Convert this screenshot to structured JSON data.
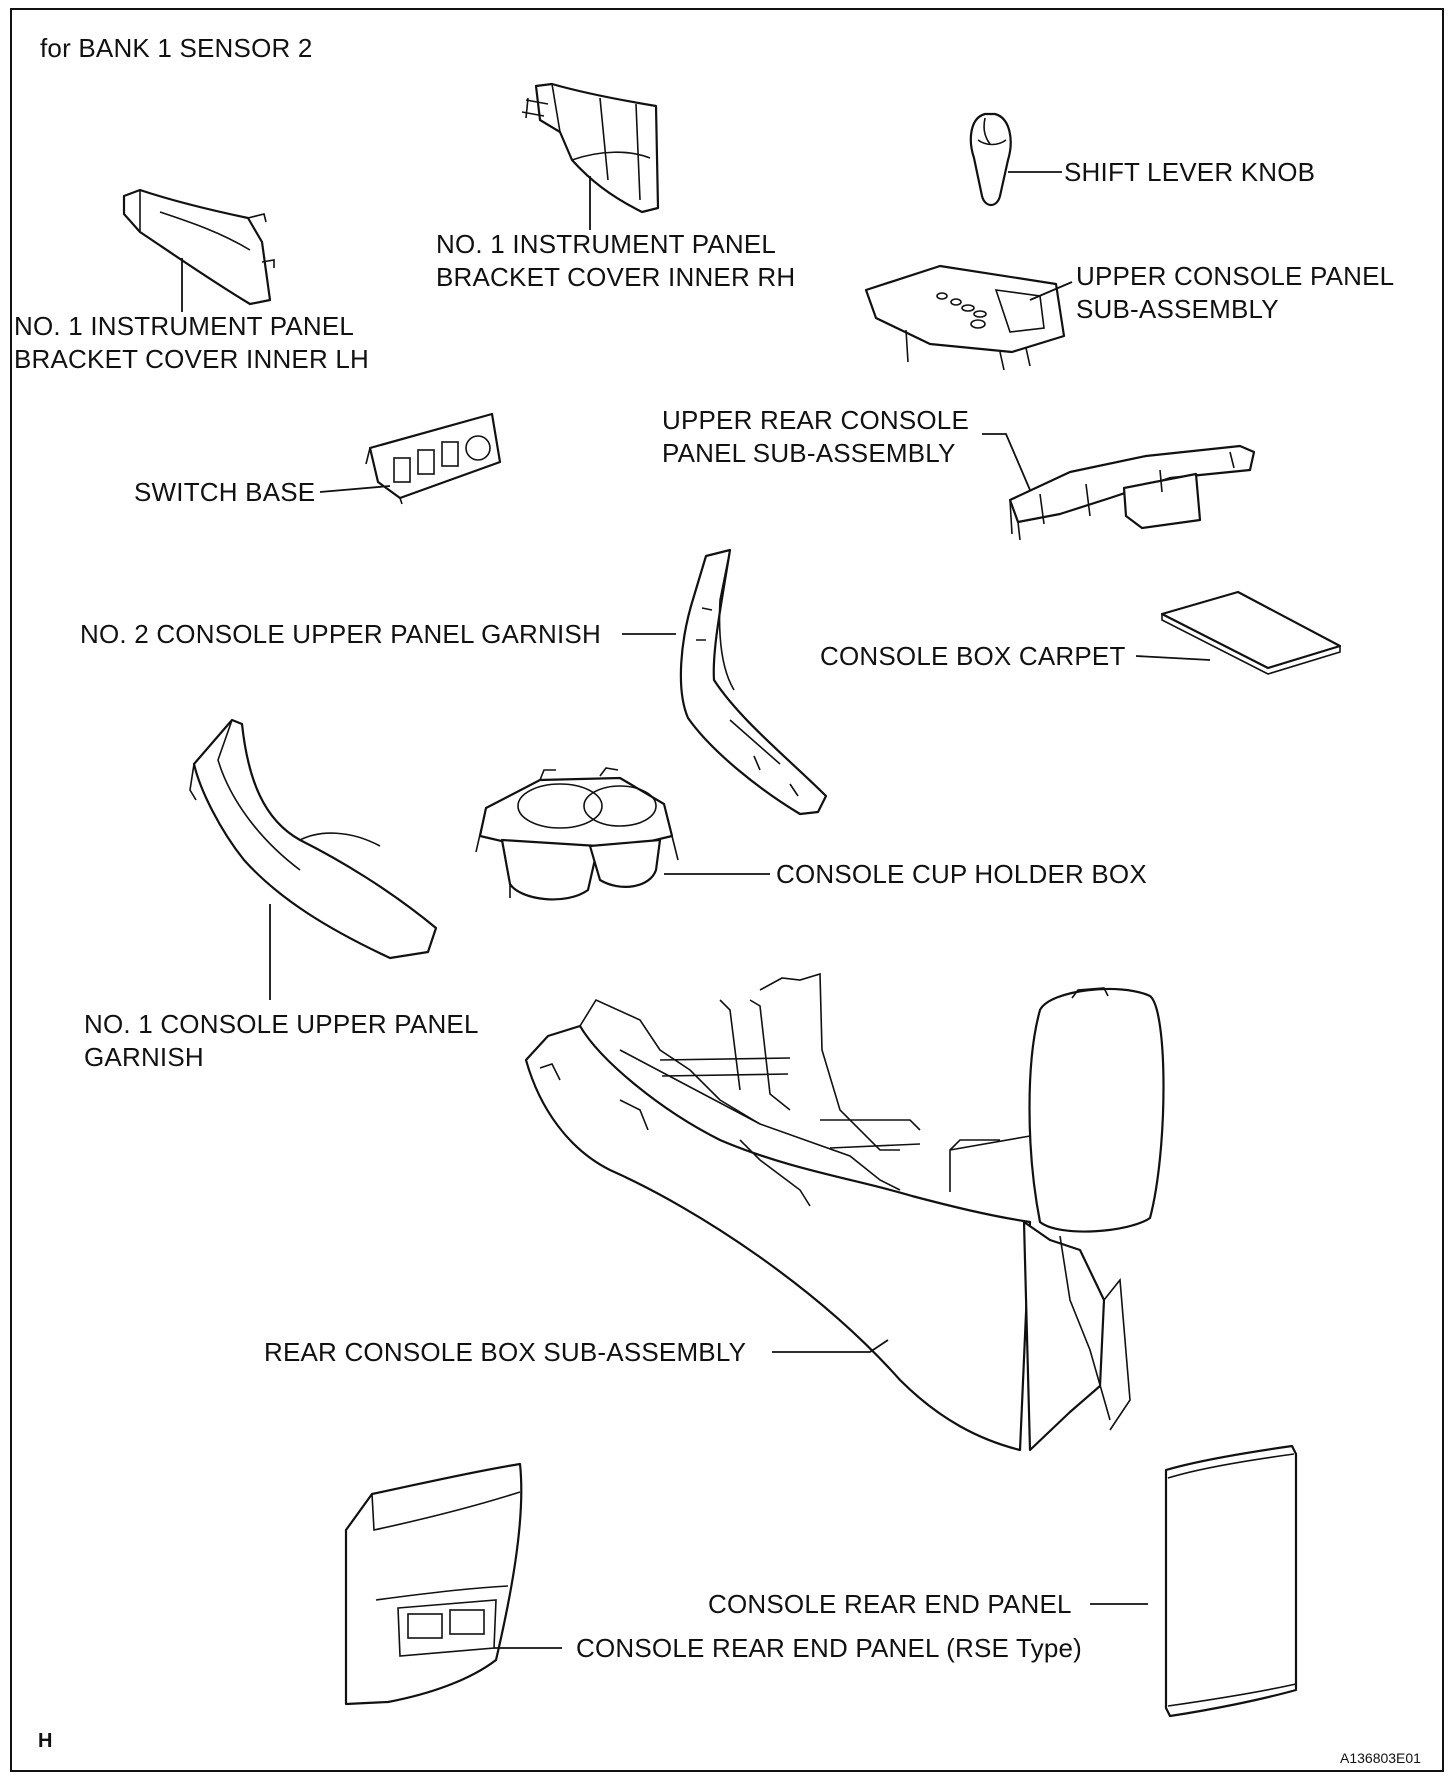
{
  "diagram": {
    "header": "for BANK 1 SENSOR 2",
    "corner_mark": "H",
    "figure_code": "A136803E01"
  },
  "parts": [
    {
      "id": "shift-lever-knob",
      "label": "SHIFT LEVER KNOB"
    },
    {
      "id": "bracket-cover-rh",
      "label": "NO. 1 INSTRUMENT PANEL\nBRACKET COVER INNER RH"
    },
    {
      "id": "bracket-cover-lh",
      "label": "NO. 1 INSTRUMENT PANEL\nBRACKET COVER INNER LH"
    },
    {
      "id": "upper-console-panel",
      "label": "UPPER CONSOLE PANEL\nSUB-ASSEMBLY"
    },
    {
      "id": "upper-rear-console-panel",
      "label": "UPPER REAR CONSOLE\nPANEL SUB-ASSEMBLY"
    },
    {
      "id": "switch-base",
      "label": "SWITCH BASE"
    },
    {
      "id": "no2-garnish",
      "label": "NO. 2 CONSOLE UPPER PANEL GARNISH"
    },
    {
      "id": "console-box-carpet",
      "label": "CONSOLE BOX CARPET"
    },
    {
      "id": "cup-holder-box",
      "label": "CONSOLE CUP HOLDER BOX"
    },
    {
      "id": "no1-garnish",
      "label": "NO. 1 CONSOLE UPPER PANEL\nGARNISH"
    },
    {
      "id": "rear-console-box",
      "label": "REAR CONSOLE BOX SUB-ASSEMBLY"
    },
    {
      "id": "rear-end-panel",
      "label": "CONSOLE REAR END PANEL"
    },
    {
      "id": "rear-end-panel-rse",
      "label": "CONSOLE REAR END PANEL (RSE Type)"
    }
  ]
}
